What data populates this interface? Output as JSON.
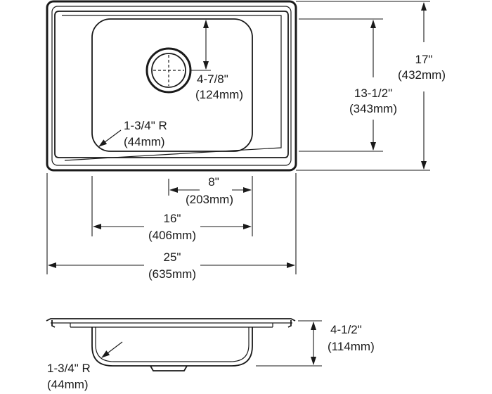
{
  "dimensions": {
    "overall_length": {
      "imperial": "17\"",
      "metric": "(432mm)"
    },
    "bowl_length": {
      "imperial": "13-1/2\"",
      "metric": "(343mm)"
    },
    "drain_offset": {
      "imperial": "4-7/8\"",
      "metric": "(124mm)"
    },
    "bowl_radius_top": {
      "imperial": "1-3/4\" R",
      "metric": "(44mm)"
    },
    "drain_center_width": {
      "imperial": "8\"",
      "metric": "(203mm)"
    },
    "bowl_width": {
      "imperial": "16\"",
      "metric": "(406mm)"
    },
    "overall_width": {
      "imperial": "25\"",
      "metric": "(635mm)"
    },
    "bowl_depth": {
      "imperial": "4-1/2\"",
      "metric": "(114mm)"
    },
    "bowl_radius_side": {
      "imperial": "1-3/4\" R",
      "metric": "(44mm)"
    }
  },
  "colors": {
    "line": "#1a1a1a",
    "background": "#ffffff"
  }
}
